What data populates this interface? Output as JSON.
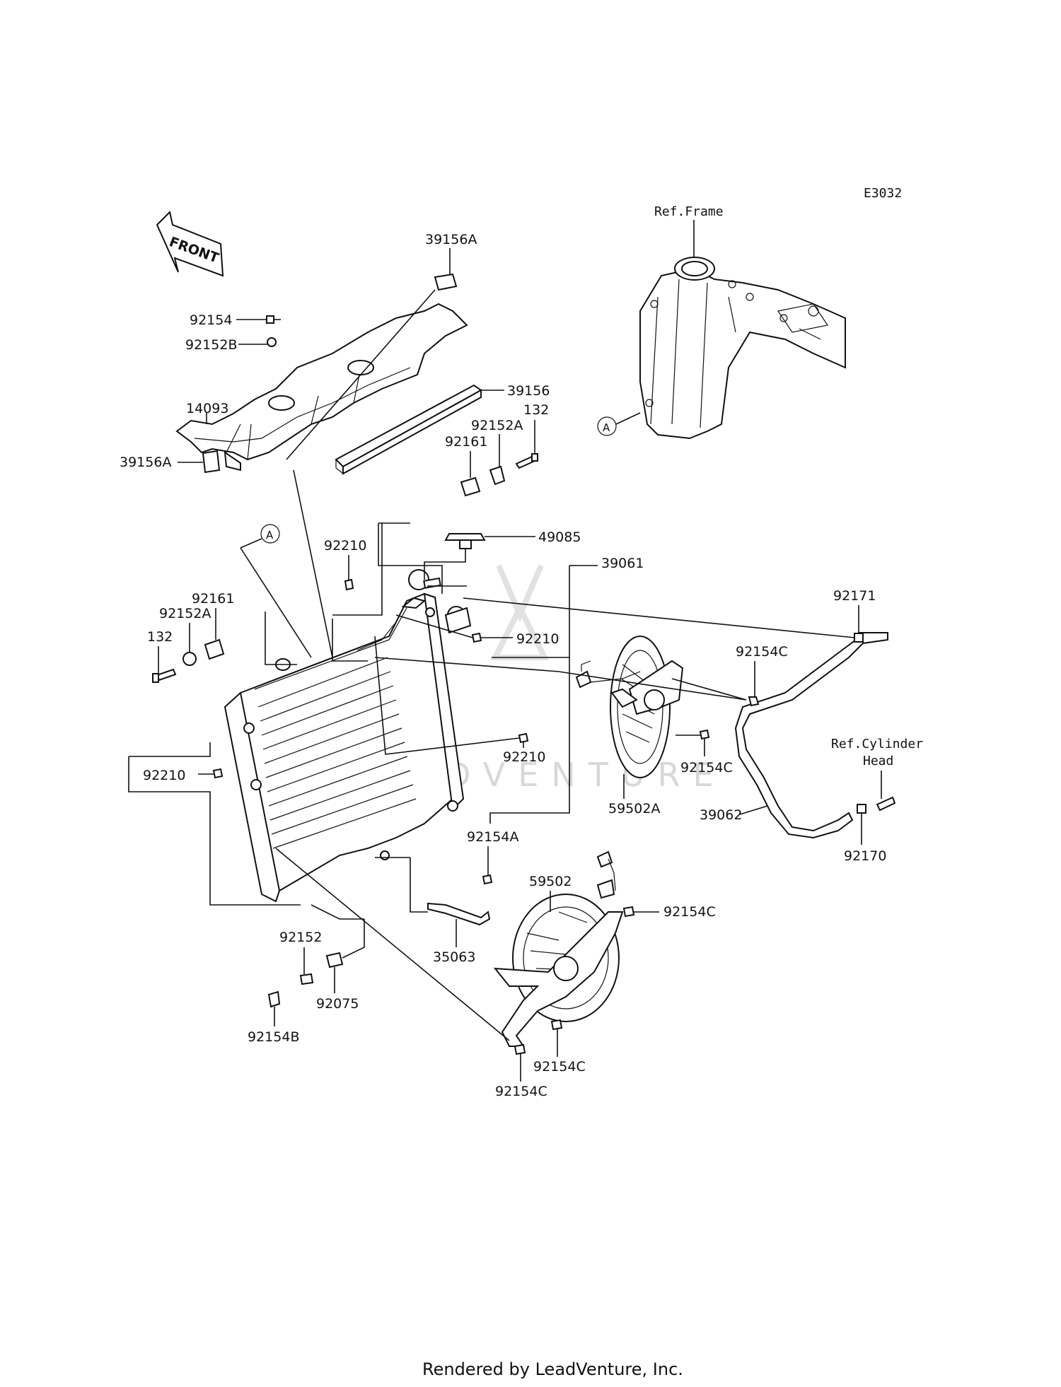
{
  "diagram_code": "E3032",
  "front_arrow": "FRONT",
  "watermark": "LEADVENTURE",
  "footer": "Rendered by LeadVenture, Inc.",
  "refs": {
    "frame": "Ref.Frame",
    "cyl_line1": "Ref.Cylinder",
    "cyl_line2": "Head",
    "marker_a": "A"
  },
  "parts": {
    "p39156A_top": "39156A",
    "p92154_top": "92154",
    "p92152B": "92152B",
    "p14093": "14093",
    "p39156A_left": "39156A",
    "p39156": "39156",
    "p92152A_top": "92152A",
    "p132_top": "132",
    "p92161_top": "92161",
    "p49085": "49085",
    "p39061": "39061",
    "p92210_a": "92210",
    "p92161_left": "92161",
    "p92152A_left": "92152A",
    "p132_left": "132",
    "p92210_b": "92210",
    "p92171": "92171",
    "p92154C_a": "92154C",
    "p92210_c": "92210",
    "p92210_d": "92210",
    "p92154C_b": "92154C",
    "p59502A": "59502A",
    "p39062": "39062",
    "p92170": "92170",
    "p92154A": "92154A",
    "p59502": "59502",
    "p92154C_c": "92154C",
    "p35063": "35063",
    "p92152": "92152",
    "p92075": "92075",
    "p92154B": "92154B",
    "p92154C_d": "92154C",
    "p92154C_e": "92154C"
  }
}
